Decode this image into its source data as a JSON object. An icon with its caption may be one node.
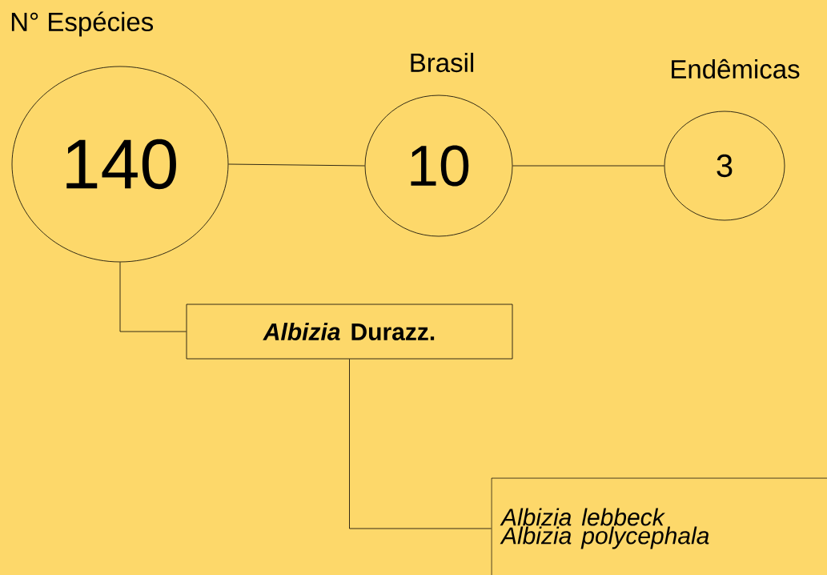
{
  "diagram": {
    "nodes": [
      {
        "text": [
          "N° Espécies",
          "140"
        ]
      },
      {
        "text": [
          "Brasil",
          "10"
        ]
      },
      {
        "text": [
          "Endêmicas",
          "3"
        ]
      },
      {
        "text": [
          "*Albizia* Durazz."
        ]
      },
      {
        "text": [
          "Albizia lebbeck",
          "Albizia polycephala"
        ]
      }
    ],
    "edges": [
      {
        "from": 0,
        "to": 1,
        "arrow": "none"
      },
      {
        "from": 1,
        "to": 2,
        "arrow": "none"
      },
      {
        "from": 0,
        "to": 3,
        "arrow": "none"
      },
      {
        "from": 3,
        "to": 4,
        "arrow": "none"
      }
    ]
  }
}
